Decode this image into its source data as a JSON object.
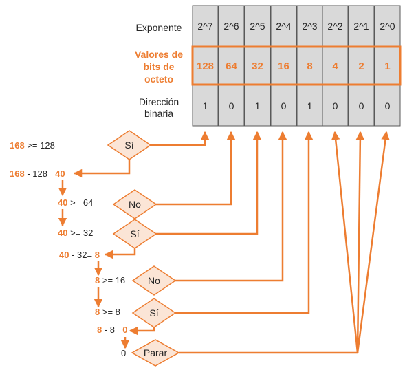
{
  "colors": {
    "accent": "#ed7d31",
    "diamond_fill": "#fbe5d6",
    "cell_fill": "#d9d9d9",
    "cell_border": "#595959",
    "text": "#262626"
  },
  "table": {
    "row_labels": {
      "exponent": "Exponente",
      "values_line1": "Valores de",
      "values_line2": "bits de",
      "values_line3": "octeto",
      "binary_line1": "Dirección",
      "binary_line2": "binaria"
    },
    "exponents": [
      "2^7",
      "2^6",
      "2^5",
      "2^4",
      "2^3",
      "2^2",
      "2^1",
      "2^0"
    ],
    "values": [
      "128",
      "64",
      "32",
      "16",
      "8",
      "4",
      "2",
      "1"
    ],
    "binary": [
      "1",
      "0",
      "1",
      "0",
      "1",
      "0",
      "0",
      "0"
    ]
  },
  "steps": [
    {
      "parts": [
        {
          "text": "168",
          "accent": true
        },
        {
          "text": " >= 128",
          "accent": false
        }
      ]
    },
    {
      "parts": [
        {
          "text": "168",
          "accent": true
        },
        {
          "text": " - 128= ",
          "accent": false
        },
        {
          "text": "40",
          "accent": true
        }
      ]
    },
    {
      "parts": [
        {
          "text": "40",
          "accent": true
        },
        {
          "text": " >= 64",
          "accent": false
        }
      ]
    },
    {
      "parts": [
        {
          "text": "40",
          "accent": true
        },
        {
          "text": " >= 32",
          "accent": false
        }
      ]
    },
    {
      "parts": [
        {
          "text": "40",
          "accent": true
        },
        {
          "text": " - 32= ",
          "accent": false
        },
        {
          "text": "8",
          "accent": true
        }
      ]
    },
    {
      "parts": [
        {
          "text": "8",
          "accent": true
        },
        {
          "text": " >= 16",
          "accent": false
        }
      ]
    },
    {
      "parts": [
        {
          "text": "8",
          "accent": true
        },
        {
          "text": " >= 8",
          "accent": false
        }
      ]
    },
    {
      "parts": [
        {
          "text": "8",
          "accent": true
        },
        {
          "text": " - 8= ",
          "accent": false
        },
        {
          "text": "0",
          "accent": true
        }
      ]
    },
    {
      "parts": [
        {
          "text": "0",
          "accent": false
        }
      ]
    }
  ],
  "decisions": [
    "Sí",
    "No",
    "Sí",
    "No",
    "Sí",
    "Parar"
  ]
}
